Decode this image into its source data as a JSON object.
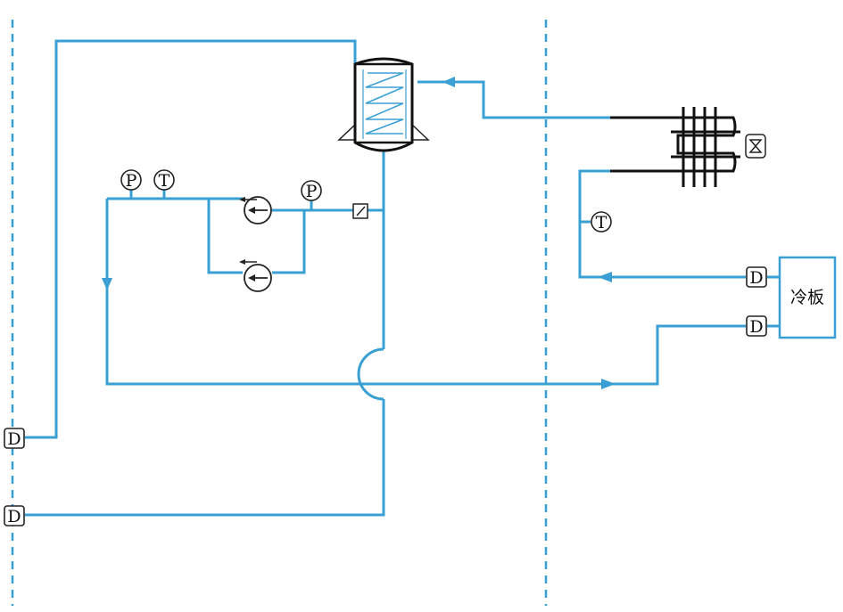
{
  "labels": {
    "pressure": "P",
    "temperature": "T",
    "drain": "D",
    "cold_plate": "冷板"
  },
  "colors": {
    "pipe": "#3a9fd2",
    "outline": "#222222",
    "background": "#ffffff"
  },
  "icons": [
    "tank-heat-exchanger-icon",
    "pump-icon",
    "filter-icon",
    "fin-coil-heat-exchanger-icon",
    "valve-icon",
    "flow-arrow-icon"
  ]
}
